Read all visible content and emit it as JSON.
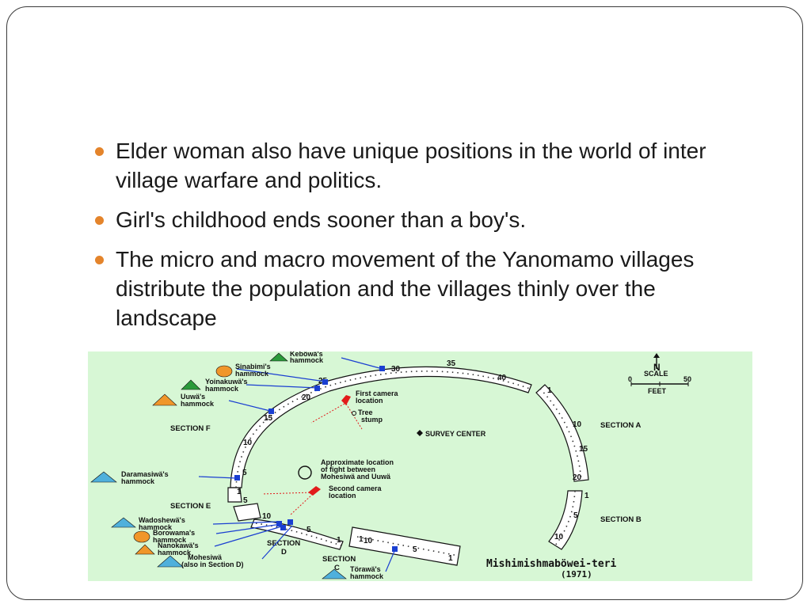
{
  "slide": {
    "bullets": [
      "Elder woman also have unique positions in the world of inter village warfare and politics.",
      "Girl's childhood ends sooner than a boy's.",
      "The micro and macro movement of the Yanomamo villages distribute the population and the villages thinly over the landscape"
    ]
  },
  "map": {
    "title": "Mishimishmaböwei-teri",
    "year": "(1971)",
    "scale": {
      "north": "N",
      "label": "SCALE",
      "start": "0",
      "end": "50",
      "unit": "FEET"
    },
    "sections": {
      "a": "SECTION A",
      "b": "SECTION B",
      "c1": "SECTION",
      "c2": "C",
      "d1": "SECTION",
      "d2": "D",
      "e": "SECTION E",
      "f": "SECTION F"
    },
    "features": {
      "survey": "SURVEY CENTER",
      "cam1_1": "First camera",
      "cam1_2": "location",
      "tree1": "Tree",
      "tree2": "stump",
      "fight1": "Approximate location",
      "fight2": "of fight between",
      "fight3": "Mohesiwä and Uuwä",
      "cam2_1": "Second camera",
      "cam2_2": "location"
    },
    "hammocks": {
      "kebowa1": "Keböwä's",
      "kebowa2": "hammock",
      "sinabimi1": "Sinabimi's",
      "sinabimi2": "hammock",
      "yoinakuwa1": "Yoinakuwä's",
      "yoinakuwa2": "hammock",
      "uuwa1": "Uuwä's",
      "uuwa2": "hammock",
      "daramasiwa1": "Daramasiwä's",
      "daramasiwa2": "hammock",
      "wadoshewa1": "Wadoshewä's",
      "wadoshewa2": "hammock",
      "borowama1": "Borowama's",
      "borowama2": "hammock",
      "nanokawa1": "Nanokawä's",
      "nanokawa2": "hammock",
      "mohesiwa1": "Mohesiwä",
      "mohesiwa2": "(also in Section D)",
      "torawa1": "Törawä's",
      "torawa2": "hammock"
    },
    "numbers": {
      "n35": "35",
      "n40": "40",
      "n30": "30",
      "n25": "25",
      "n20a": "20",
      "n15a": "15",
      "n10a": "10",
      "n5a": "5",
      "n1a": "1",
      "n1b": "1",
      "n10b": "10",
      "n15b": "15",
      "n20b": "20",
      "n1c": "1",
      "n5c": "5",
      "n10c": "10",
      "n5d": "5",
      "n10d": "10",
      "n5e": "5",
      "n1e": "1",
      "n1f": "1",
      "n10f": "10",
      "n5f": "5",
      "n1g": "1"
    },
    "colors": {
      "background": "#d7f7d5",
      "hammock_marker": "#1a3fd1",
      "leader_line": "#1a3fd1",
      "camera": "#e21b1b",
      "green_triangle": "#2a9a3a",
      "orange_marker": "#f0962a",
      "blue_triangle": "#4fb0dc",
      "bullet": "#e4842b"
    }
  }
}
